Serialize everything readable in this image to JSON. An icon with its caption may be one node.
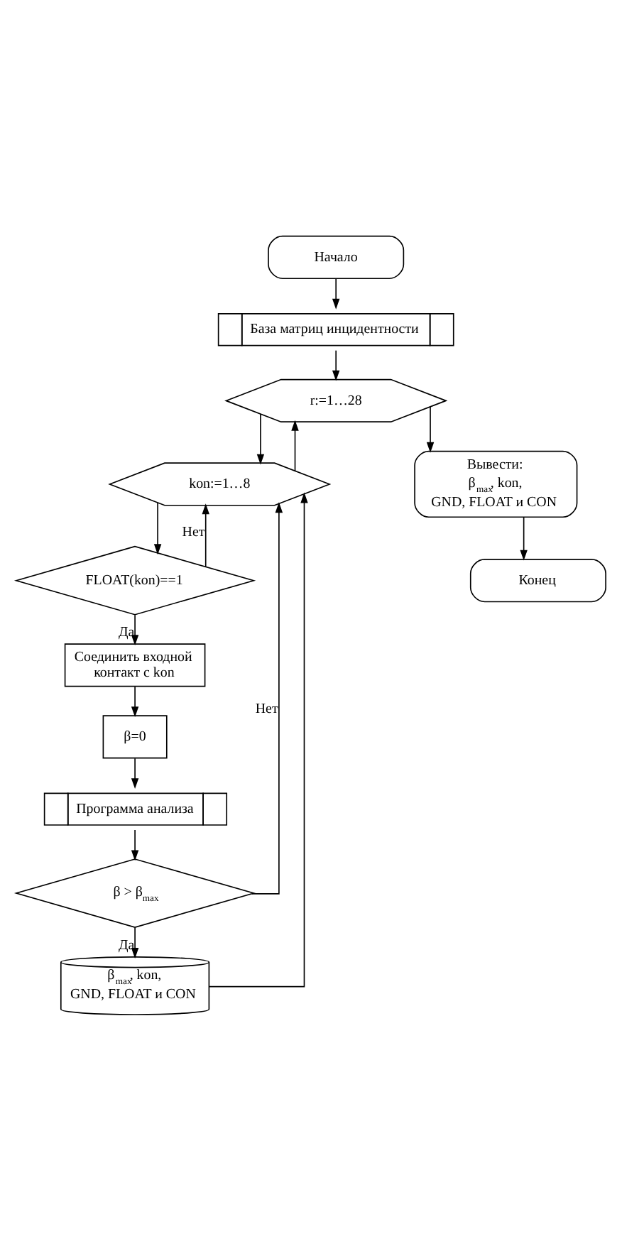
{
  "diagram": {
    "nodes": [
      {
        "text": [
          "Начало"
        ]
      },
      {
        "text": [
          "База матриц инцидентности"
        ]
      },
      {
        "text": [
          "r:=1…28"
        ]
      },
      {
        "text": [
          "kon:=1…8"
        ]
      },
      {
        "text": [
          "FLOAT(kon)==1"
        ]
      },
      {
        "text": [
          "Соединить входной контакт с kon"
        ]
      },
      {
        "text": [
          "β=0"
        ]
      },
      {
        "text": [
          "Программа анализа"
        ]
      },
      {
        "text": [
          "β > β$_{max}$"
        ]
      },
      {
        "text": [
          "β$_{max}$, kon, GND, FLOAT и CON"
        ]
      },
      {
        "text": [
          "Вывести: β$_{max}$, kon, GND, FLOAT и CON"
        ]
      },
      {
        "text": [
          "Конец"
        ]
      }
    ],
    "edges": [
      {
        "from": 0,
        "to": 1,
        "arrow": "to"
      },
      {
        "from": 1,
        "to": 2,
        "arrow": "to"
      },
      {
        "from": 2,
        "to": 3,
        "arrow": "to"
      },
      {
        "from": 3,
        "to": 4,
        "arrow": "to"
      },
      {
        "from": 4,
        "to": 5,
        "arrow": "to",
        "label": "Да"
      },
      {
        "from": 4,
        "to": 3,
        "arrow": "to",
        "label": "Нет"
      },
      {
        "from": 5,
        "to": 6,
        "arrow": "to"
      },
      {
        "from": 6,
        "to": 7,
        "arrow": "to"
      },
      {
        "from": 7,
        "to": 8,
        "arrow": "to"
      },
      {
        "from": 8,
        "to": 9,
        "arrow": "to",
        "label": "Да"
      },
      {
        "from": 8,
        "to": 3,
        "arrow": "to",
        "label": "Нет"
      },
      {
        "from": 9,
        "to": 3,
        "arrow": "to"
      },
      {
        "from": 3,
        "to": 2,
        "arrow": "to"
      },
      {
        "from": 2,
        "to": 10,
        "arrow": "to"
      },
      {
        "from": 10,
        "to": 11,
        "arrow": "to"
      }
    ]
  }
}
